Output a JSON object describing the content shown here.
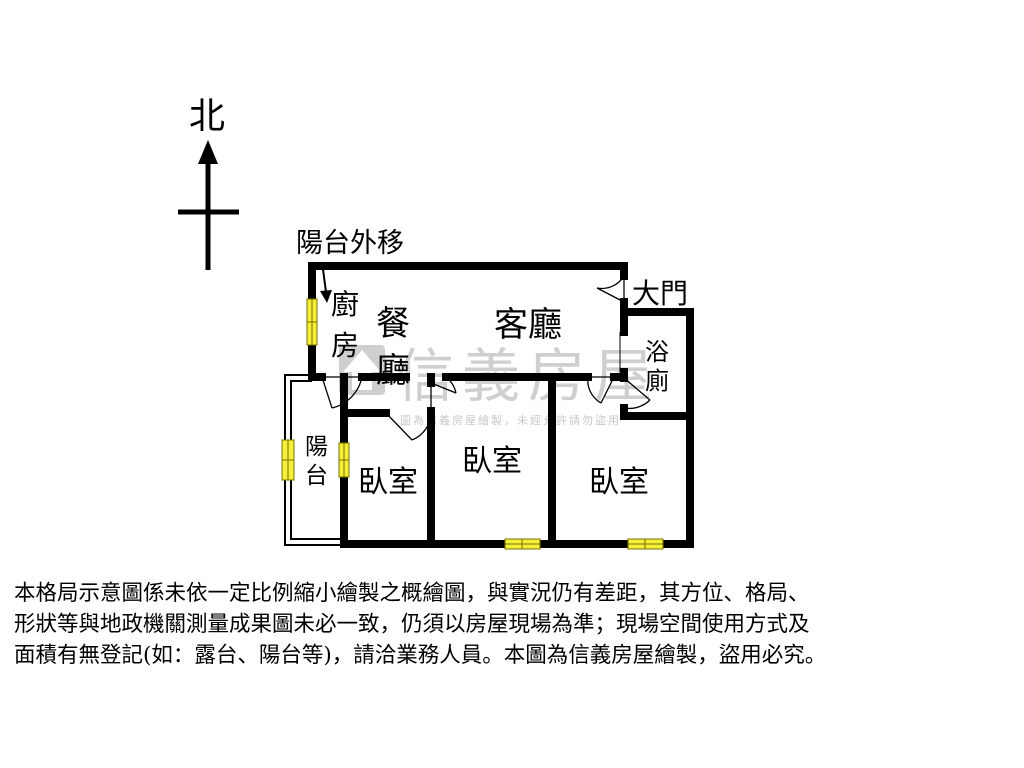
{
  "compass": {
    "north_label": "北"
  },
  "annotation": {
    "balcony_moved": "陽台外移"
  },
  "rooms": {
    "main_door": "大門",
    "kitchen": [
      "廚",
      "房"
    ],
    "dining": [
      "餐",
      "廳"
    ],
    "living": "客廳",
    "bathroom": [
      "浴",
      "廁"
    ],
    "balcony": [
      "陽",
      "台"
    ],
    "bedroom_1": "臥室",
    "bedroom_2": "臥室",
    "bedroom_3": "臥室"
  },
  "watermark": {
    "brand": "信義房屋",
    "small_text": "圖為信義房屋繪製，未經允許請勿盜用",
    "color": "#c8c8c8"
  },
  "disclaimer": {
    "line1": "本格局示意圖係未依一定比例縮小繪製之概繪圖，與實況仍有差距，其方位、格局、",
    "line2": "形狀等與地政機關測量成果圖未必一致，仍須以房屋現場為準；現場空間使用方式及",
    "line3": "面積有無登記(如：露台、陽台等)，請洽業務人員。本圖為信義房屋繪製，盜用必究。"
  },
  "colors": {
    "wall": "#000000",
    "window_fill": "#f3ef3a",
    "window_stroke": "#7a7200"
  }
}
